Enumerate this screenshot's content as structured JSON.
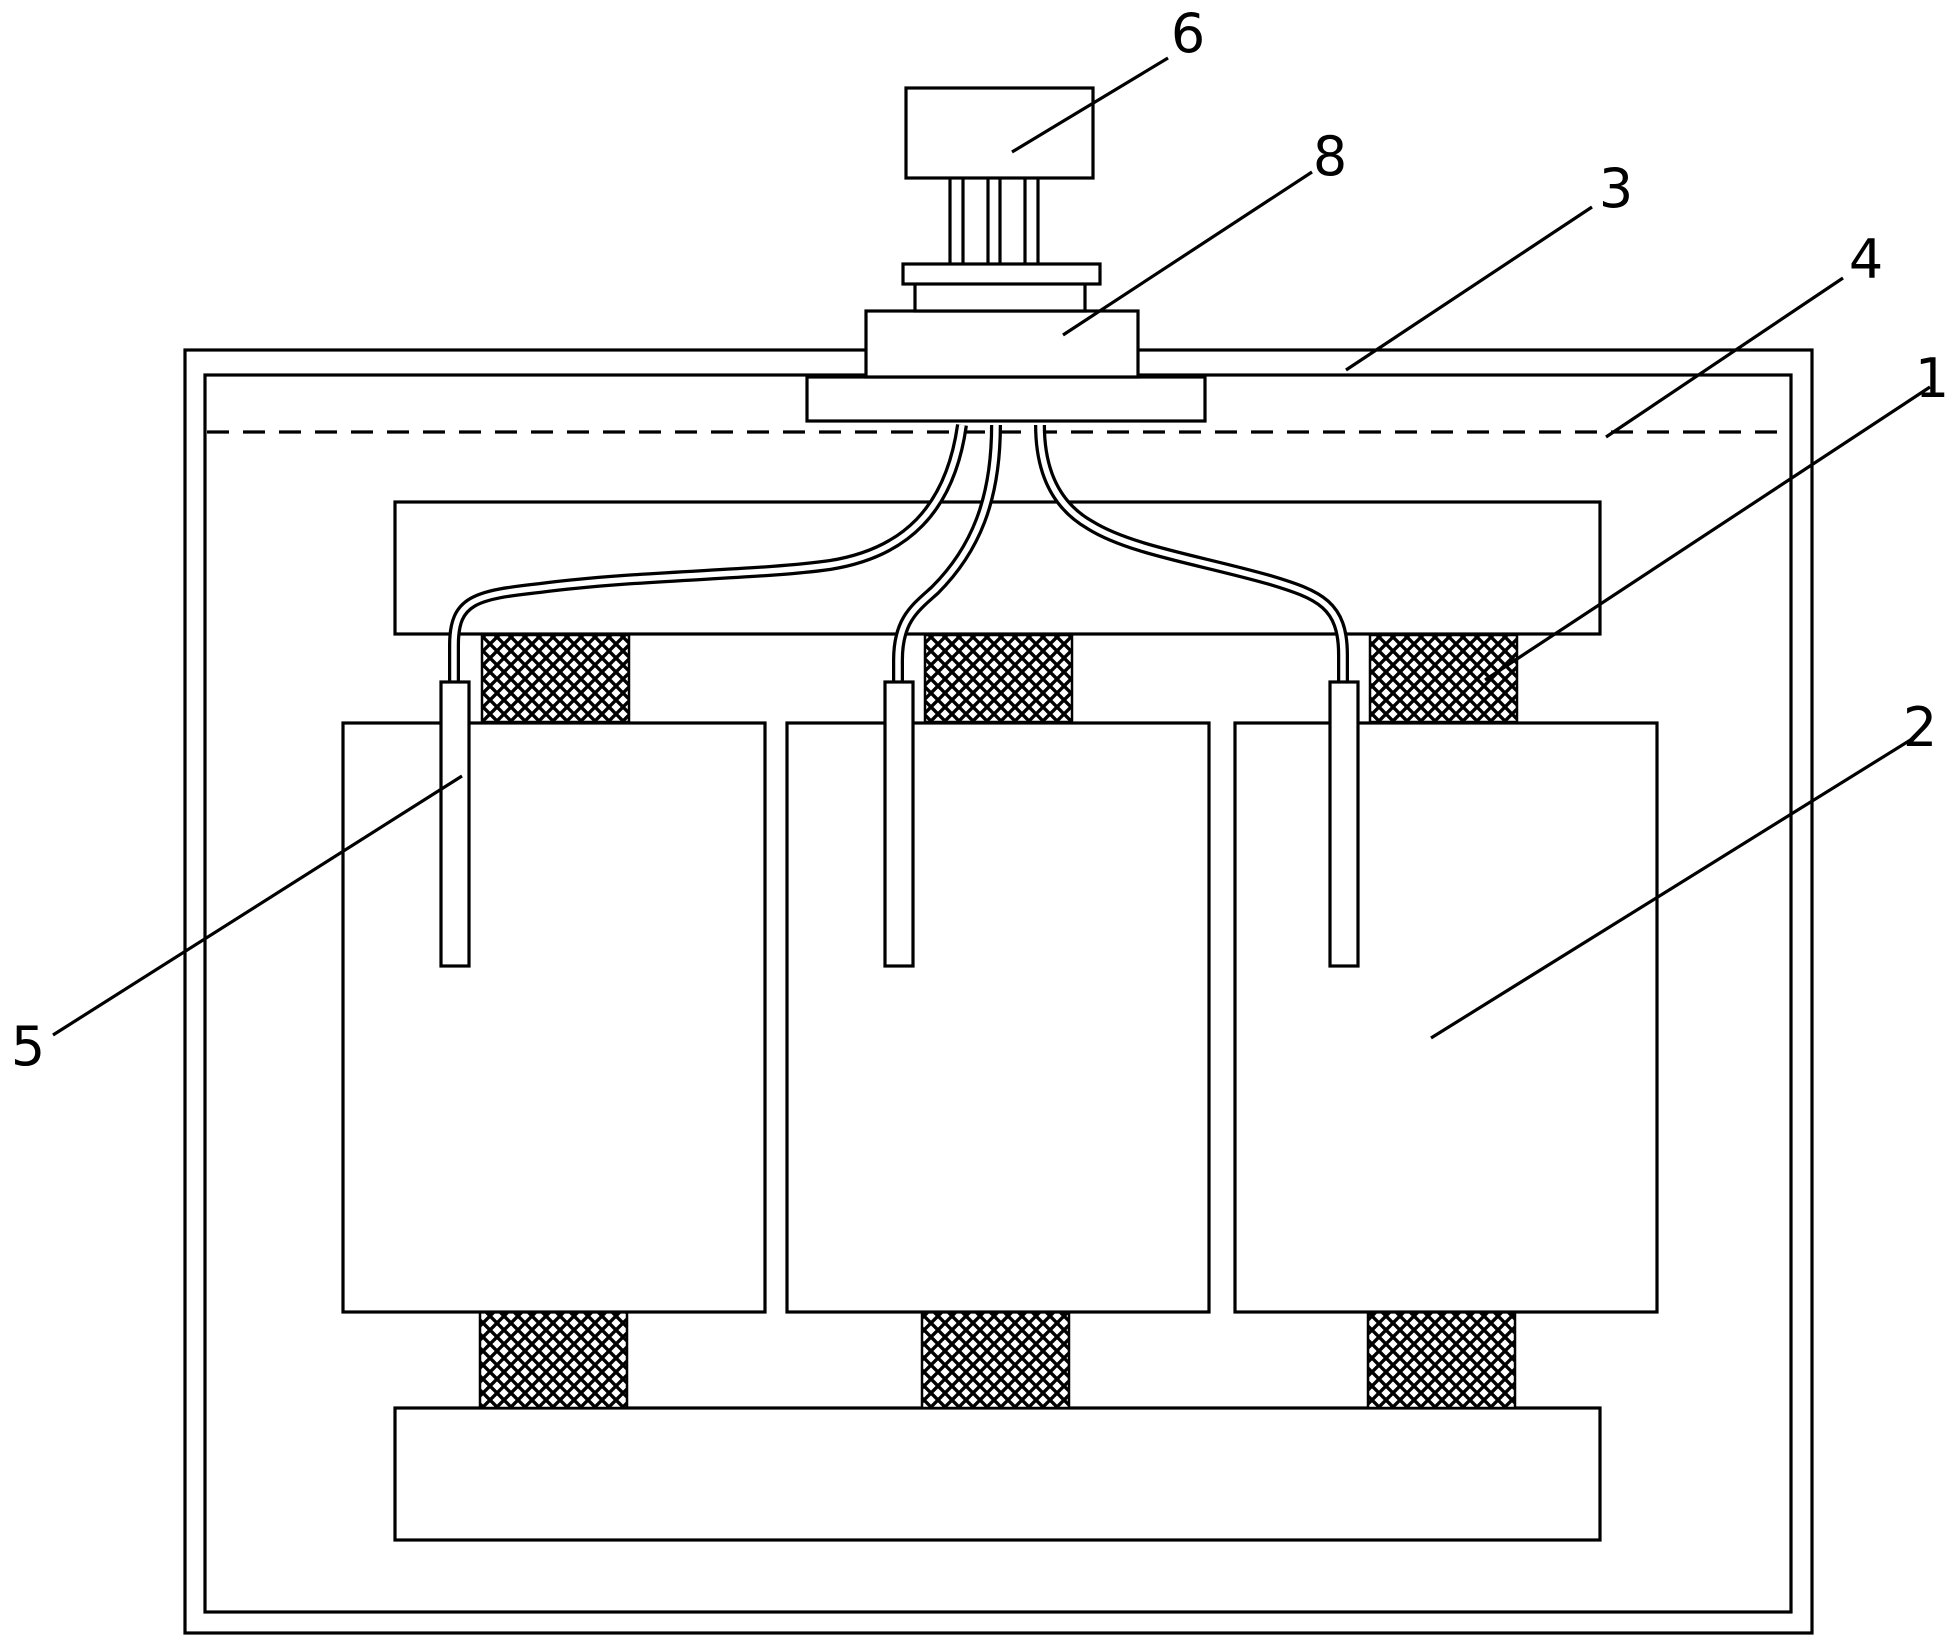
{
  "diagram": {
    "callouts": [
      {
        "id": "1",
        "text": "1"
      },
      {
        "id": "2",
        "text": "2"
      },
      {
        "id": "3",
        "text": "3"
      },
      {
        "id": "4",
        "text": "4"
      },
      {
        "id": "5",
        "text": "5"
      },
      {
        "id": "6",
        "text": "6"
      },
      {
        "id": "8",
        "text": "8"
      }
    ],
    "colors": {
      "line": "#000000",
      "background": "#ffffff"
    }
  }
}
